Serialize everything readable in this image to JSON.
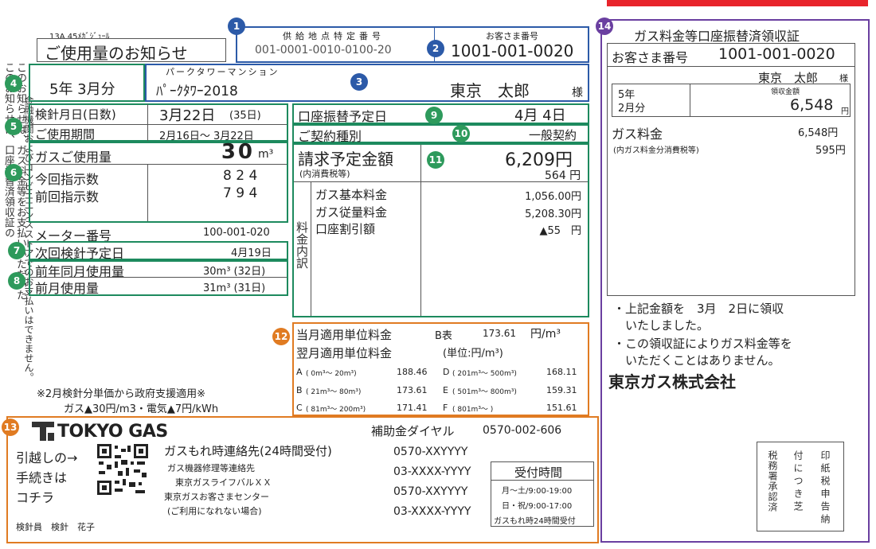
{
  "header": {
    "code": "13A 45ﾒｶﾞｼﾞｭｰﾙ",
    "title": "ご使用量のお知らせ",
    "supply_label": "供給地点特定番号",
    "supply_number": "001-0001-0010-0100-20",
    "customer_label": "お客さま番号",
    "customer_number": "1001-001-0020"
  },
  "left_vertical": [
    "このお知らせは、口座振替済領収証の",
    "このお知らせは、ガス料金等をお支払いいただいた",
    "ことの証明にはなりません。",
    "金融機関およびコンビニエンスストアでのお支払いはできません。"
  ],
  "period": {
    "month": "5年 3月分",
    "building_kana": "パークタワーマンション",
    "building": "ﾊﾟｰｸﾀﾜｰ2018",
    "name": "東京　太郎",
    "honorific": "様"
  },
  "meter": {
    "read_date_label": "検針月日(日数)",
    "read_date": "3月22日",
    "days": "(35日)",
    "period_label": "ご使用期間",
    "period_value": "2月16日～ 3月22日",
    "usage_label": "ガスご使用量",
    "usage_value": "30",
    "usage_unit": "m³",
    "current_label": "今回指示数",
    "current_value": "8 2 4",
    "previous_label": "前回指示数",
    "previous_value": "7 9 4",
    "meter_no_label": "メーター番号",
    "meter_no": "100-001-020",
    "next_label": "次回検針予定日",
    "next_value": "4月19日",
    "last_year_label": "前年同月使用量",
    "last_year_value": "30m³ (32日)",
    "last_month_label": "前月使用量",
    "last_month_value": "31m³ (31日)"
  },
  "billing": {
    "debit_label": "口座振替予定日",
    "debit_date": "4月 4日",
    "contract_label": "ご契約種別",
    "contract_value": "一般契約",
    "amount_label": "請求予定金額",
    "amount_value": "6,209円",
    "tax_label": "(内消費税等)",
    "tax_value": "564 円",
    "side_label": "料金内訳",
    "items": [
      {
        "label": "ガス基本料金",
        "value": "1,056.00円"
      },
      {
        "label": "ガス従量料金",
        "value": "5,208.30円"
      },
      {
        "label": "口座割引額",
        "value": "▲55　円"
      }
    ]
  },
  "unit_price": {
    "current_label": "当月適用単位料金",
    "current_table": "B表",
    "current_value": "173.61",
    "current_unit": "円/m³",
    "next_label": "翌月適用単位料金",
    "next_unit": "(単位:円/m³)",
    "rows": [
      {
        "code": "A",
        "range": "(  0m³～  20m³)",
        "value": "188.46"
      },
      {
        "code": "B",
        "range": "( 21m³～  80m³)",
        "value": "173.61"
      },
      {
        "code": "C",
        "range": "( 81m³～ 200m³)",
        "value": "171.41"
      },
      {
        "code": "D",
        "range": "( 201m³～ 500m³)",
        "value": "168.11"
      },
      {
        "code": "E",
        "range": "( 501m³～ 800m³)",
        "value": "159.31"
      },
      {
        "code": "F",
        "range": "( 801m³～      )",
        "value": "151.61"
      }
    ]
  },
  "subsidy": {
    "line1": "※2月検針分単価から政府支援適用※",
    "line2": "ガス▲30円/m3・電気▲7円/kWh"
  },
  "footer": {
    "logo": "TOKYO GAS",
    "dial_label": "補助金ダイヤル",
    "dial_number": "0570-002-606",
    "moving_text": [
      "引越しの→",
      "手続きは",
      "コチラ"
    ],
    "leak_label": "ガスもれ時連絡先(24時間受付)",
    "repair_lines": [
      "ガス機器修理等連絡先",
      "東京ガスライフバルＸＸ",
      "東京ガスお客さまセンター",
      "(ご利用になれない場合)"
    ],
    "phones": [
      "0570-XXYYYY",
      "03-XXXX-YYYY",
      "0570-XXYYYY",
      "03-XXXX-YYYY"
    ],
    "hours_title": "受付時間",
    "hours_lines": [
      "月～土/9:00-19:00",
      "日・祝/9:00-17:00",
      "ガスもれ時24時間受付"
    ],
    "reader": "検針員　検針　花子"
  },
  "receipt": {
    "title": "ガス料金等口座振替済領収証",
    "customer_label": "お客さま番号",
    "customer_number": "1001-001-0020",
    "name": "東京　太郎",
    "honorific": "様",
    "period_year": "5年",
    "period_month": "2月分",
    "received_label": "領収金額",
    "received_value": "6,548",
    "received_unit": "円",
    "gas_label": "ガス料金",
    "gas_value": "6,548円",
    "tax_label": "(内ガス料金分消費税等)",
    "tax_value": "595円",
    "notes": [
      "・上記金額を　3月　2日に領収",
      "　いたしました。",
      "・この領収証によりガス料金等を",
      "　いただくことはありません。"
    ],
    "company": "東京ガス株式会社",
    "stamp": [
      "印紙税申告納",
      "付につき芝",
      "税務署承認済"
    ]
  },
  "badges": [
    "1",
    "2",
    "3",
    "4",
    "5",
    "6",
    "7",
    "8",
    "9",
    "10",
    "11",
    "12",
    "13",
    "14"
  ],
  "colors": {
    "blue": "#2c5aa8",
    "green": "#1d8a5e",
    "orange": "#e07b22",
    "purple": "#6a3fa0",
    "red": "#e8242b"
  }
}
